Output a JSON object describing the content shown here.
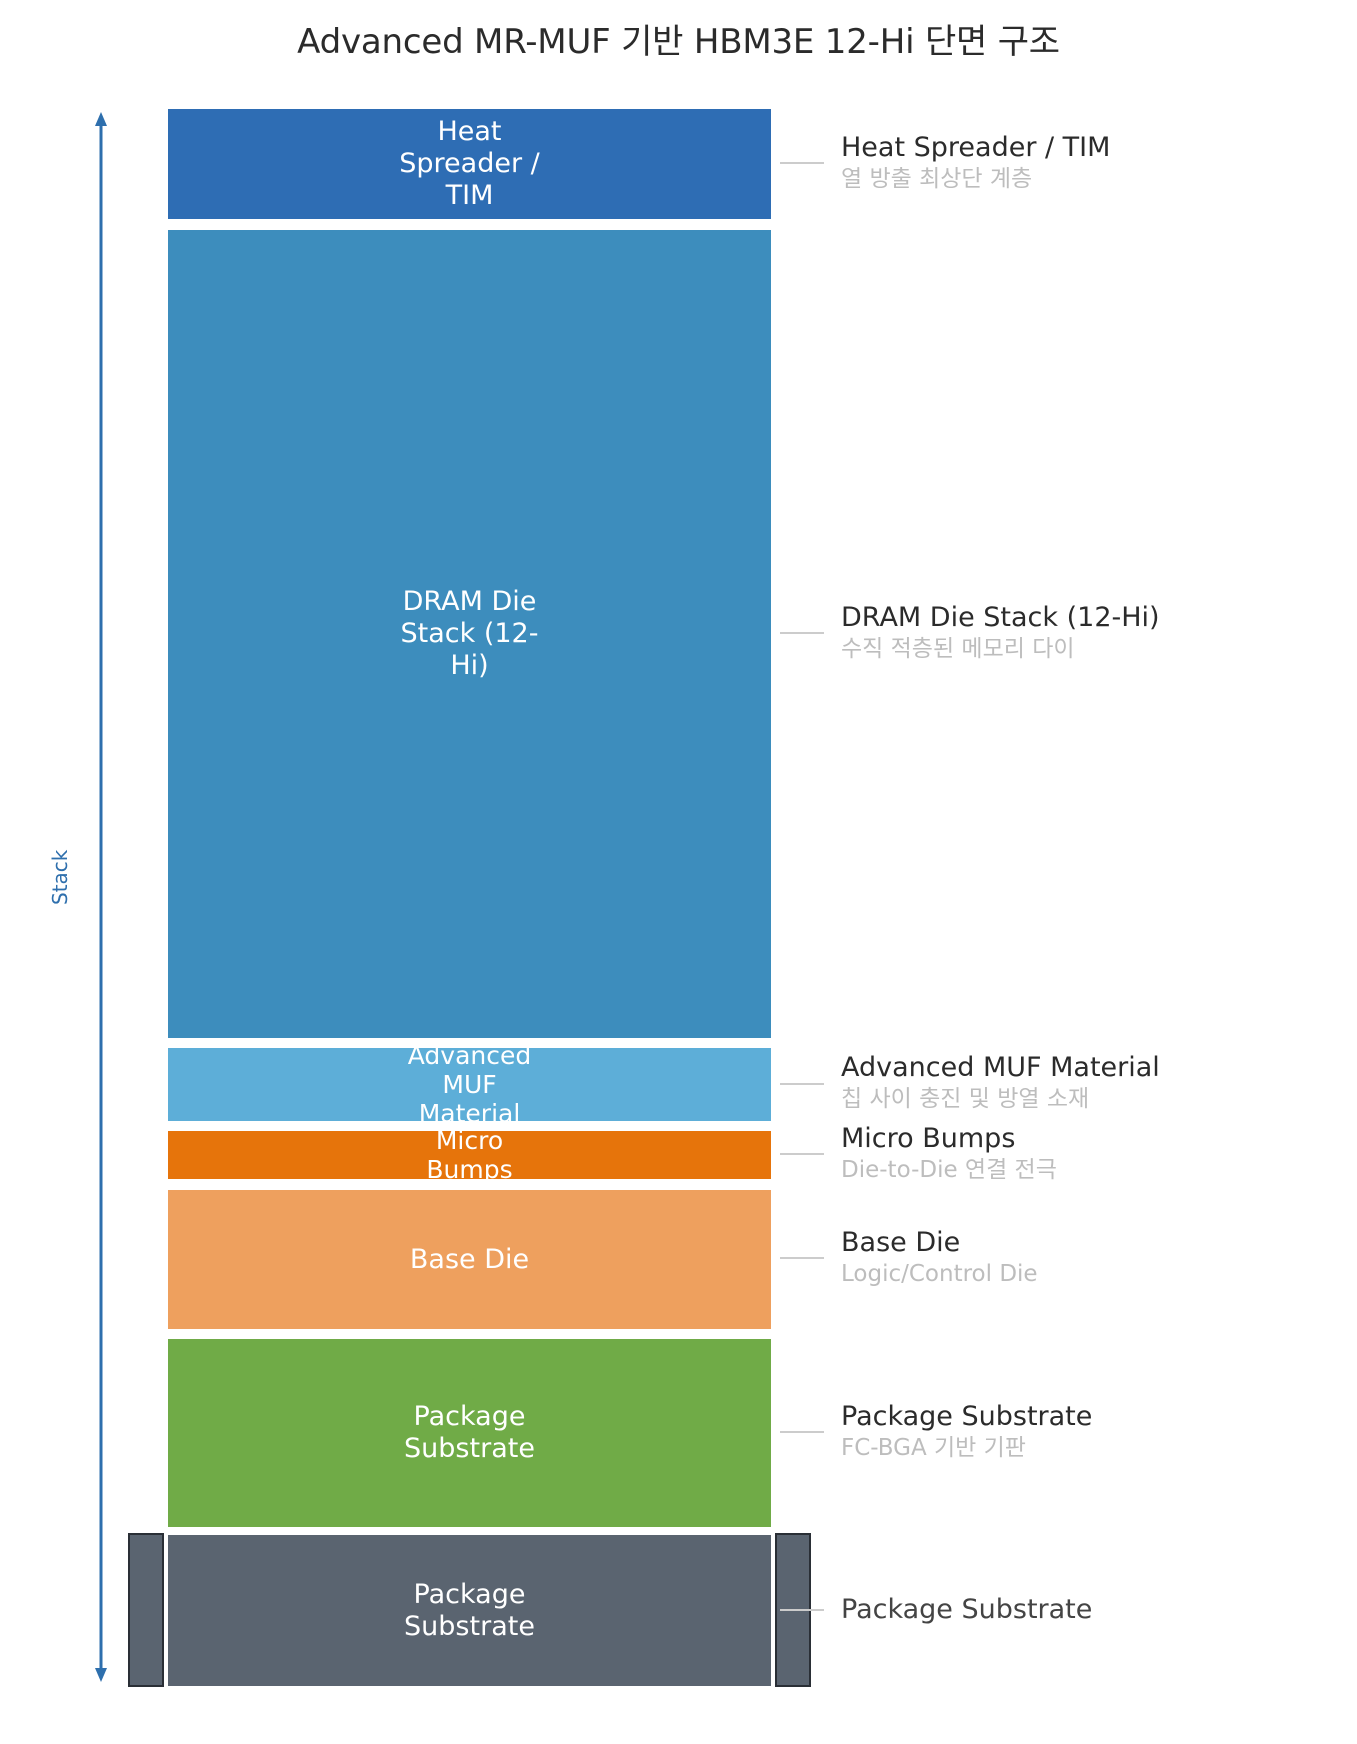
{
  "title": "Advanced MR-MUF 기반 HBM3E 12-Hi 단면 구조",
  "axis": {
    "label": "Stack",
    "color": "#2e6fad"
  },
  "layers": [
    {
      "id": "heat-spreader",
      "label": "Heat Spreader / TIM",
      "color": "#2e6db4"
    },
    {
      "id": "dram-stack",
      "label": "DRAM Die Stack (12-Hi)",
      "color": "#3d8dbd"
    },
    {
      "id": "muf",
      "label": "Advanced MUF Material",
      "color": "#5daed8"
    },
    {
      "id": "micro-bumps",
      "label": "Micro Bumps",
      "color": "#e6740b"
    },
    {
      "id": "base-die",
      "label": "Base Die",
      "color": "#eea05e"
    },
    {
      "id": "substrate",
      "label": "Package Substrate",
      "color": "#70ab47"
    },
    {
      "id": "substrate-bottom",
      "label": "Package Substrate",
      "color": "#5a6470"
    }
  ],
  "callouts": [
    {
      "title": "Heat Spreader / TIM",
      "sub": "열 방출 최상단 계층"
    },
    {
      "title": "DRAM Die Stack (12-Hi)",
      "sub": "수직 적층된 메모리 다이"
    },
    {
      "title": "Advanced MUF Material",
      "sub": "칩 사이 충진 및 방열 소재"
    },
    {
      "title": "Micro Bumps",
      "sub": "Die-to-Die 연결 전극"
    },
    {
      "title": "Base Die",
      "sub": "Logic/Control Die"
    },
    {
      "title": "Package Substrate",
      "sub": "FC-BGA 기반 기판"
    },
    {
      "title": "Package Substrate",
      "sub": ""
    }
  ]
}
